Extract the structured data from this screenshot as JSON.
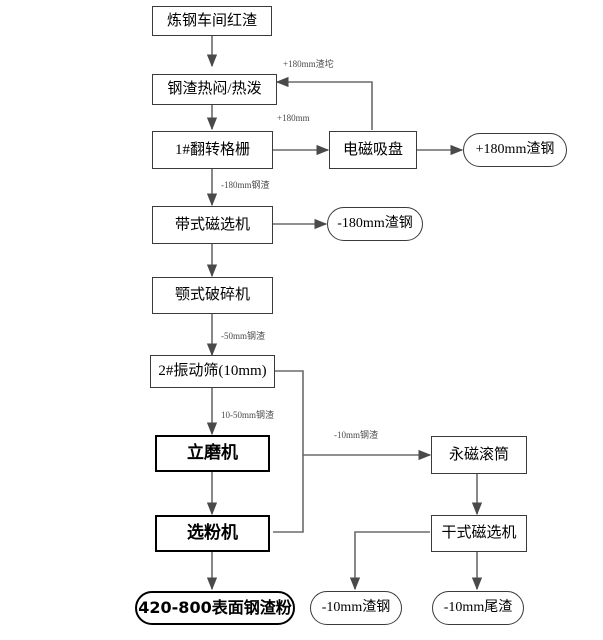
{
  "diagram": {
    "title": "",
    "colors": {
      "background": "#ffffff",
      "line": "#6b6b6b",
      "border": "#3a3a3a",
      "strong_border": "#000000",
      "text": "#000000",
      "edge_label_text": "#4a4a4a"
    },
    "nodes": [
      {
        "id": "n1",
        "label": "炼钢车间红渣",
        "shape": "process",
        "emphasis": "normal"
      },
      {
        "id": "n2",
        "label": "钢渣热闷/热泼",
        "shape": "process",
        "emphasis": "normal"
      },
      {
        "id": "n3",
        "label": "1#翻转格栅",
        "shape": "process",
        "emphasis": "normal"
      },
      {
        "id": "n4",
        "label": "电磁吸盘",
        "shape": "process",
        "emphasis": "normal"
      },
      {
        "id": "n5",
        "label": "+180mm渣钢",
        "shape": "terminal",
        "emphasis": "normal"
      },
      {
        "id": "n6",
        "label": "带式磁选机",
        "shape": "process",
        "emphasis": "normal"
      },
      {
        "id": "n7",
        "label": "-180mm渣钢",
        "shape": "terminal",
        "emphasis": "normal"
      },
      {
        "id": "n8",
        "label": "颚式破碎机",
        "shape": "process",
        "emphasis": "normal"
      },
      {
        "id": "n9",
        "label": "2#振动筛(10mm)",
        "shape": "process",
        "emphasis": "normal"
      },
      {
        "id": "n10",
        "label": "立磨机",
        "shape": "process",
        "emphasis": "strong"
      },
      {
        "id": "n11",
        "label": "永磁滚筒",
        "shape": "process",
        "emphasis": "normal"
      },
      {
        "id": "n12",
        "label": "选粉机",
        "shape": "process",
        "emphasis": "strong"
      },
      {
        "id": "n13",
        "label": "干式磁选机",
        "shape": "process",
        "emphasis": "normal"
      },
      {
        "id": "n14",
        "label": "420-800表面钢渣粉",
        "shape": "terminal",
        "emphasis": "strong"
      },
      {
        "id": "n15",
        "label": "-10mm渣钢",
        "shape": "terminal",
        "emphasis": "normal"
      },
      {
        "id": "n16",
        "label": "-10mm尾渣",
        "shape": "terminal",
        "emphasis": "normal"
      }
    ],
    "edge_labels": [
      {
        "id": "e1",
        "text": "+180mm渣坨",
        "from": "n4",
        "to": "n2"
      },
      {
        "id": "e2",
        "text": "+180mm",
        "from": "n3",
        "to": "n4"
      },
      {
        "id": "e3",
        "text": "-180mm钢渣",
        "from": "n3",
        "to": "n6"
      },
      {
        "id": "e4",
        "text": "-50mm钢渣",
        "from": "n8",
        "to": "n9"
      },
      {
        "id": "e5",
        "text": "10-50mm钢渣",
        "from": "n9",
        "to": "n10"
      },
      {
        "id": "e6",
        "text": "-10mm钢渣",
        "from": "n9",
        "to": "n11"
      }
    ]
  }
}
